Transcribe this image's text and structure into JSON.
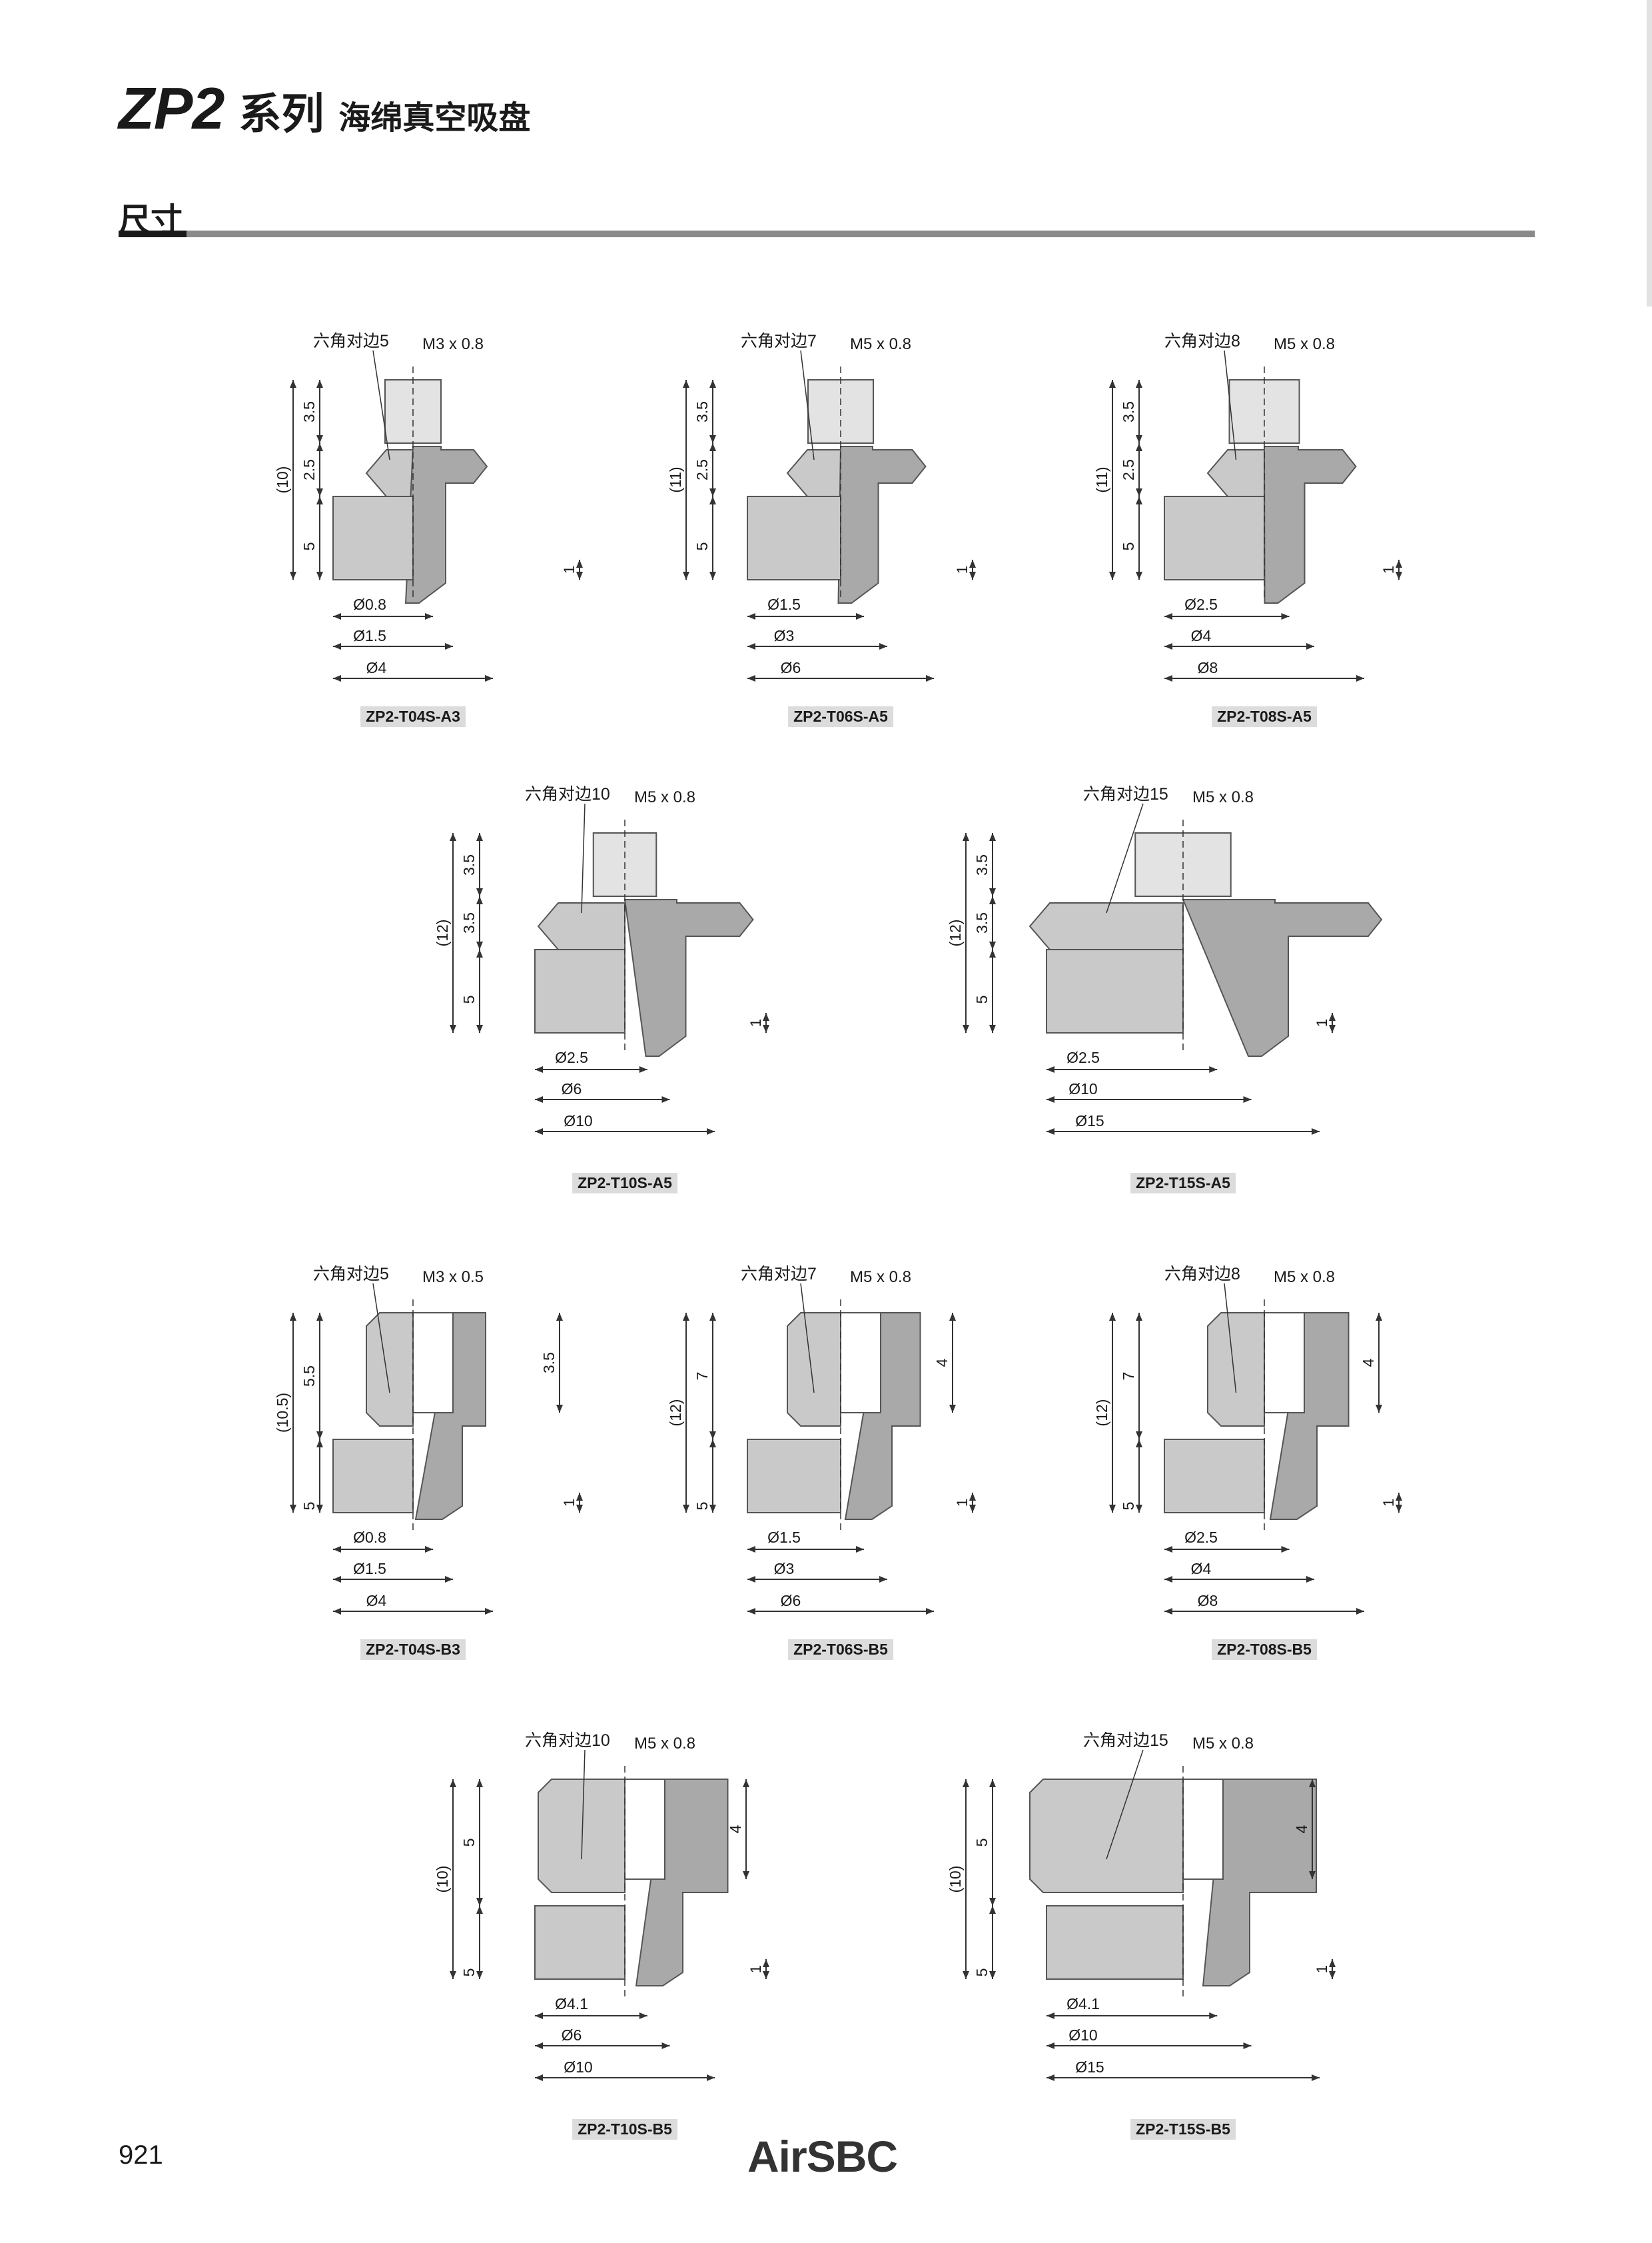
{
  "header": {
    "series_code": "ZP2",
    "series_word": "系列",
    "product_name": "海绵真空吸盘"
  },
  "section": {
    "title": "尺寸"
  },
  "footer": {
    "page_number": "921",
    "brand": "AirSBC"
  },
  "diagrams": [
    {
      "model": "ZP2-T04S-A3",
      "type": "A",
      "hex": "六角对边5",
      "thread": "M3 x 0.8",
      "overall": "(10)",
      "top": "3.5",
      "mid": "2.5",
      "bottom": "5",
      "lip": "1",
      "d1": "Ø0.8",
      "d2": "Ø1.5",
      "d3": "Ø4"
    },
    {
      "model": "ZP2-T06S-A5",
      "type": "A",
      "hex": "六角对边7",
      "thread": "M5 x 0.8",
      "overall": "(11)",
      "top": "3.5",
      "mid": "2.5",
      "bottom": "5",
      "lip": "1",
      "d1": "Ø1.5",
      "d2": "Ø3",
      "d3": "Ø6"
    },
    {
      "model": "ZP2-T08S-A5",
      "type": "A",
      "hex": "六角对边8",
      "thread": "M5 x 0.8",
      "overall": "(11)",
      "top": "3.5",
      "mid": "2.5",
      "bottom": "5",
      "lip": "1",
      "d1": "Ø2.5",
      "d2": "Ø4",
      "d3": "Ø8"
    },
    {
      "model": "ZP2-T10S-A5",
      "type": "A",
      "hex": "六角对边10",
      "thread": "M5 x 0.8",
      "overall": "(12)",
      "top": "3.5",
      "mid": "3.5",
      "bottom": "5",
      "lip": "1",
      "d1": "Ø2.5",
      "d2": "Ø6",
      "d3": "Ø10"
    },
    {
      "model": "ZP2-T15S-A5",
      "type": "A",
      "hex": "六角对边15",
      "thread": "M5 x 0.8",
      "overall": "(12)",
      "top": "3.5",
      "mid": "3.5",
      "bottom": "5",
      "lip": "1",
      "d1": "Ø2.5",
      "d2": "Ø10",
      "d3": "Ø15"
    },
    {
      "model": "ZP2-T04S-B3",
      "type": "B",
      "hex": "六角对边5",
      "thread": "M3 x 0.5",
      "overall": "(10.5)",
      "top": "5.5",
      "bottom": "5",
      "depth": "3.5",
      "lip": "1",
      "d1": "Ø0.8",
      "d2": "Ø1.5",
      "d3": "Ø4"
    },
    {
      "model": "ZP2-T06S-B5",
      "type": "B",
      "hex": "六角对边7",
      "thread": "M5 x 0.8",
      "overall": "(12)",
      "top": "7",
      "bottom": "5",
      "depth": "4",
      "lip": "1",
      "d1": "Ø1.5",
      "d2": "Ø3",
      "d3": "Ø6"
    },
    {
      "model": "ZP2-T08S-B5",
      "type": "B",
      "hex": "六角对边8",
      "thread": "M5 x 0.8",
      "overall": "(12)",
      "top": "7",
      "bottom": "5",
      "depth": "4",
      "lip": "1",
      "d1": "Ø2.5",
      "d2": "Ø4",
      "d3": "Ø8"
    },
    {
      "model": "ZP2-T10S-B5",
      "type": "B",
      "hex": "六角对边10",
      "thread": "M5 x 0.8",
      "overall": "(10)",
      "top": "5",
      "bottom": "5",
      "depth": "4",
      "lip": "1",
      "d1": "Ø4.1",
      "d2": "Ø6",
      "d3": "Ø10"
    },
    {
      "model": "ZP2-T15S-B5",
      "type": "B",
      "hex": "六角对边15",
      "thread": "M5 x 0.8",
      "overall": "(10)",
      "top": "5",
      "bottom": "5",
      "depth": "4",
      "lip": "1",
      "d1": "Ø4.1",
      "d2": "Ø10",
      "d3": "Ø15"
    }
  ]
}
